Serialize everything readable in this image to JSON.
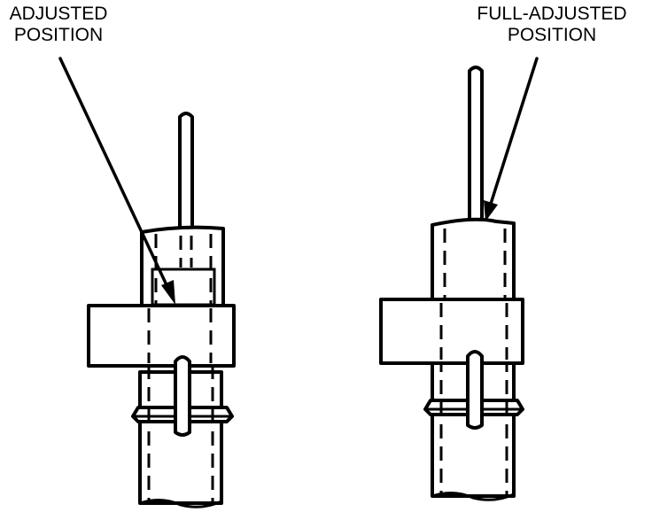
{
  "callouts": {
    "left": {
      "line1": "ADJUSTED",
      "line2": "POSITION"
    },
    "right": {
      "line1": "FULL-ADJUSTED",
      "line2": "POSITION"
    }
  },
  "colors": {
    "ink": "#000000",
    "paper": "#ffffff"
  }
}
